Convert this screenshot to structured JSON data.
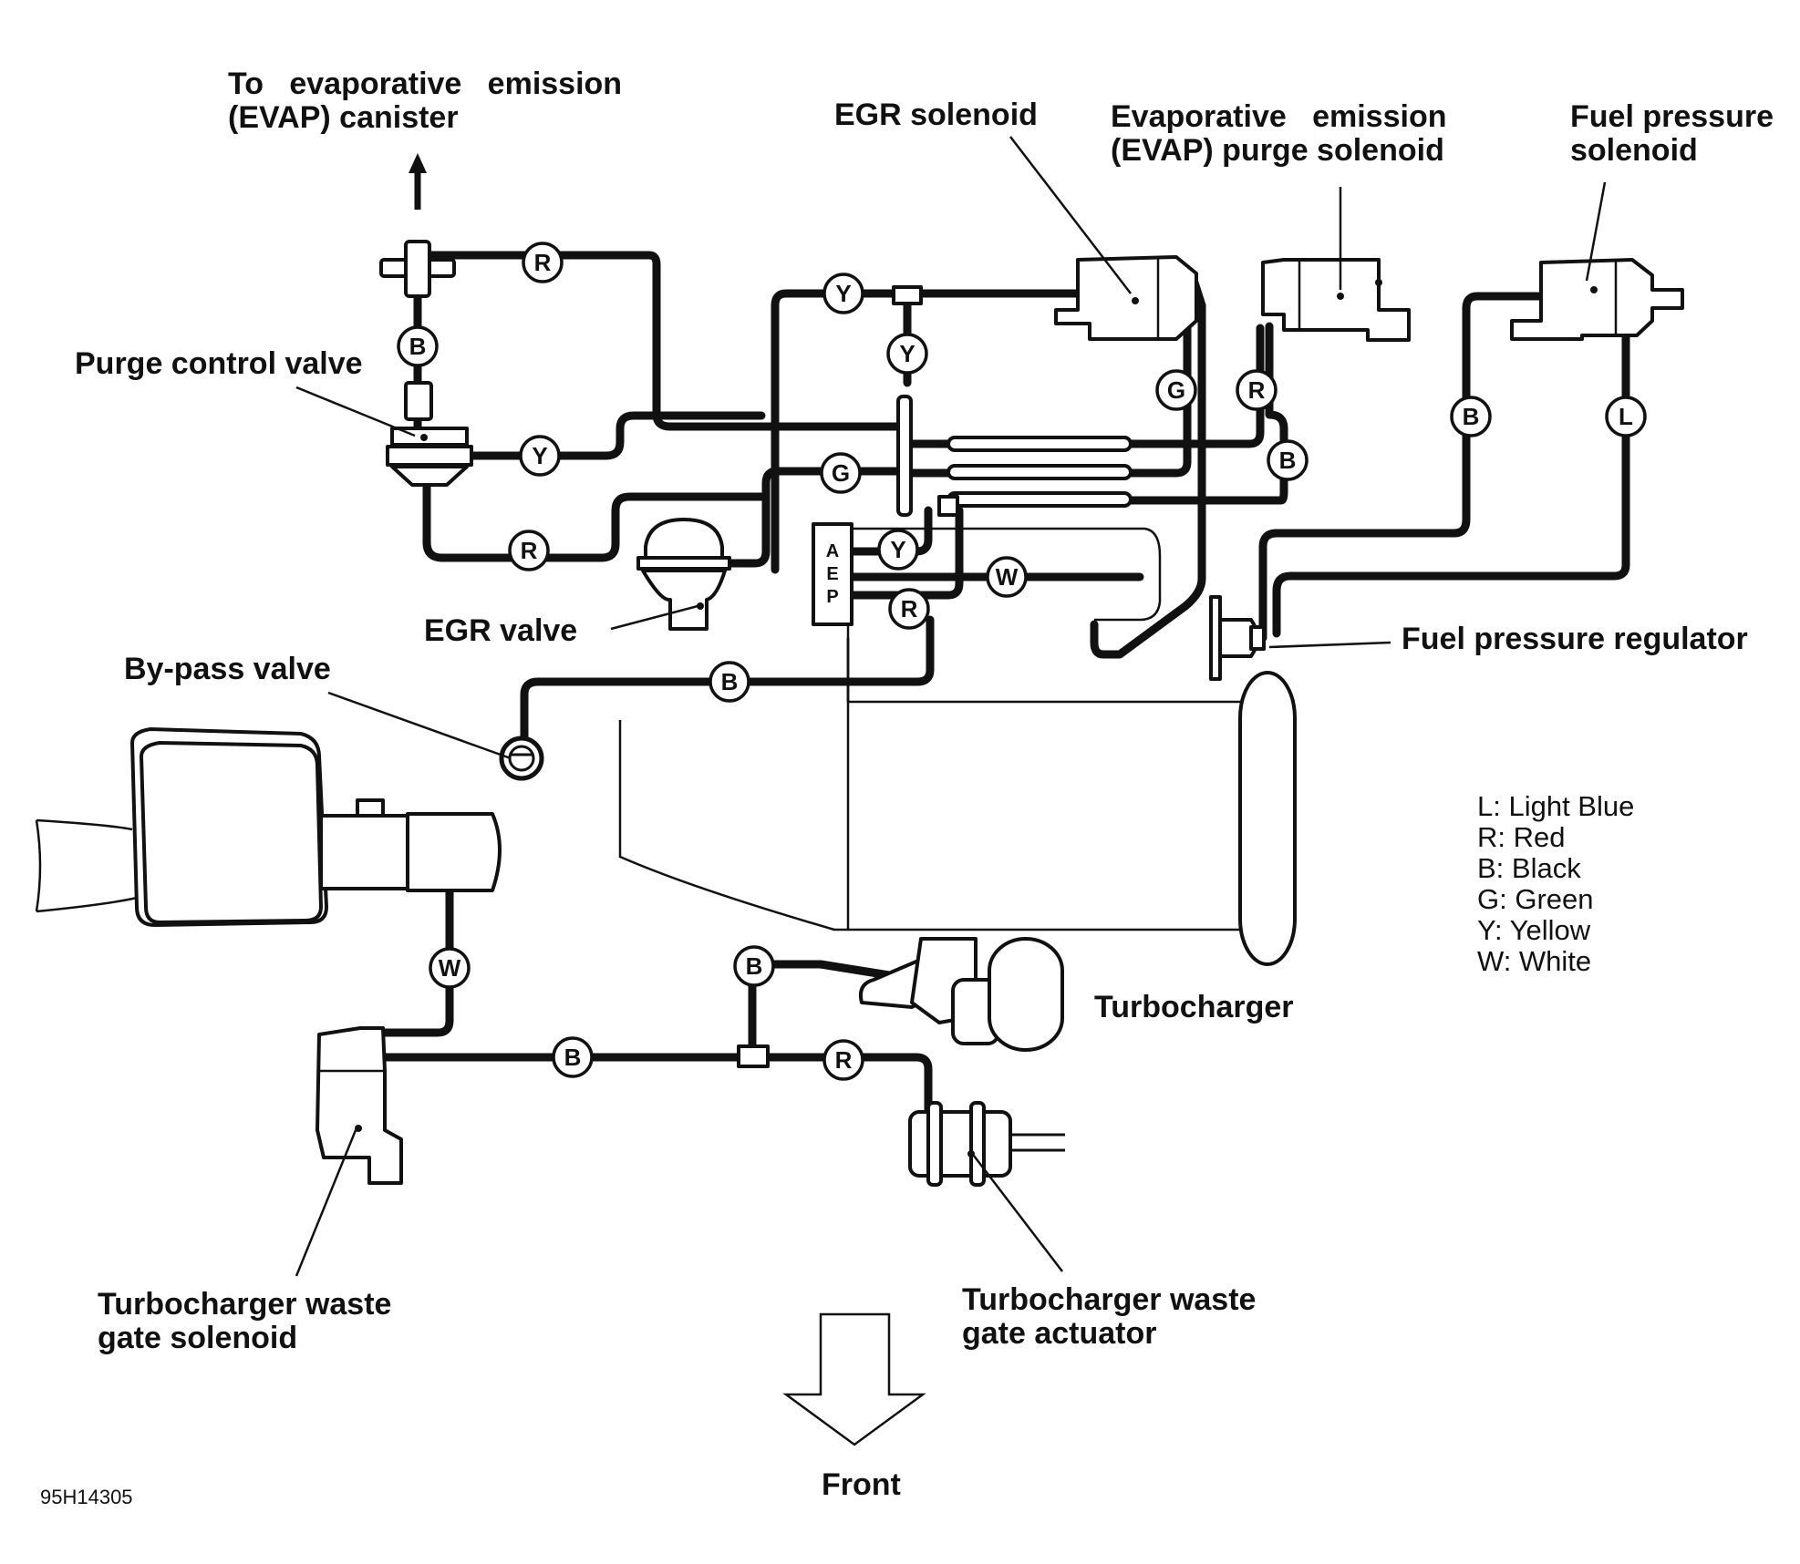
{
  "labels": {
    "evap_canister_line1": "To   evaporative   emission",
    "evap_canister_line2": "(EVAP) canister",
    "egr_solenoid": "EGR solenoid",
    "evap_purge_line1": "Evaporative   emission",
    "evap_purge_line2": "(EVAP) purge solenoid",
    "fuel_pressure_solenoid_line1": "Fuel pressure",
    "fuel_pressure_solenoid_line2": "solenoid",
    "purge_control_valve": "Purge control valve",
    "egr_valve": "EGR valve",
    "bypass_valve": "By-pass valve",
    "fuel_pressure_regulator": "Fuel pressure regulator",
    "turbocharger": "Turbocharger",
    "wastegate_solenoid_line1": "Turbocharger waste",
    "wastegate_solenoid_line2": "gate solenoid",
    "wastegate_actuator_line1": "Turbocharger waste",
    "wastegate_actuator_line2": "gate actuator",
    "front": "Front",
    "figure_code": "95H14305"
  },
  "port_letters": [
    "A",
    "E",
    "P"
  ],
  "legend": [
    "L: Light Blue",
    "R: Red",
    "B: Black",
    "G: Green",
    "Y: Yellow",
    "W: White"
  ],
  "hose_tags": {
    "purge_top_r": "R",
    "purge_vert_b": "B",
    "purge_y": "Y",
    "purge_bottom_r": "R",
    "egr_sol_y": "Y",
    "egr_sol_y2": "Y",
    "egr_g": "G",
    "egr_valve_g": "G",
    "evap_r": "R",
    "evap_b": "B",
    "fuel_b": "B",
    "fuel_l": "L",
    "aep_y": "Y",
    "aep_w": "W",
    "aep_r": "R",
    "bypass_b": "B",
    "intake_w": "W",
    "turbo_b": "B",
    "wastegate_b": "B",
    "wastegate_r": "R"
  }
}
